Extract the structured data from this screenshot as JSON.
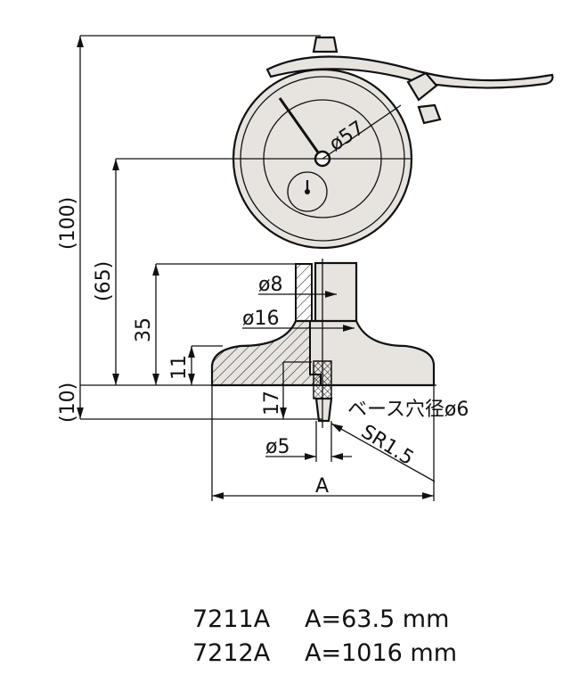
{
  "dimensions": {
    "height_total": "(100)",
    "height_center": "(65)",
    "height_stem": "35",
    "height_base": "11",
    "contact_length": "(10)",
    "dial_diameter": "ø57",
    "stem_diameter": "ø8",
    "collar_diameter": "ø16",
    "base_depth": "17",
    "contact_diameter": "ø5",
    "tip_radius": "SR1.5",
    "base_width": "A",
    "base_hole_note": "ベース穴径ø6"
  },
  "models": [
    {
      "model": "7211A",
      "spec": "A=63.5 mm"
    },
    {
      "model": "7212A",
      "spec": "A=1016 mm"
    }
  ],
  "colors": {
    "body_fill": "#e7e4e0",
    "line": "#111111"
  }
}
